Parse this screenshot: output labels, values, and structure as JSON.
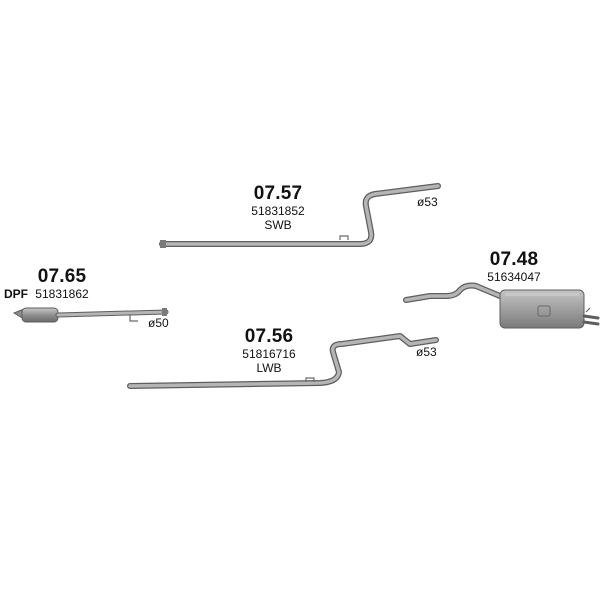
{
  "parts": [
    {
      "id": "p0757",
      "part_number": "07.57",
      "oem": "51831852",
      "variant": "SWB",
      "diameter": "ø53"
    },
    {
      "id": "p0748",
      "part_number": "07.48",
      "oem": "51634047"
    },
    {
      "id": "p0765",
      "part_number": "07.65",
      "oem": "51831862",
      "tag": "DPF",
      "diameter": "ø50"
    },
    {
      "id": "p0756",
      "part_number": "07.56",
      "oem": "51816716",
      "variant": "LWB",
      "diameter": "ø53"
    }
  ],
  "colors": {
    "pipe": "#9a9a9a",
    "pipe_edge": "#5e5e5e",
    "muffler": "#a3a3a3"
  }
}
